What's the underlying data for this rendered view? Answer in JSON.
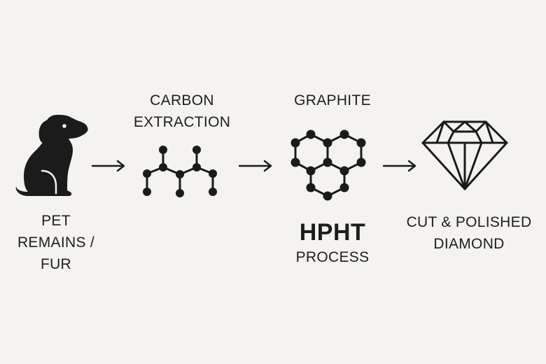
{
  "steps": [
    {
      "name": "pet",
      "label_lines": [
        "PET",
        "REMAINS /",
        "FUR"
      ],
      "icon": "dog-icon"
    },
    {
      "name": "carbon",
      "label_lines": [
        "CARBON",
        "EXTRACTION"
      ],
      "icon": "carbon-chain-icon"
    },
    {
      "name": "graphite",
      "label": "GRAPHITE",
      "icon": "graphite-hexagon-icon",
      "process_title": "HPHT",
      "process_sub": "PROCESS"
    },
    {
      "name": "diamond",
      "label_lines": [
        "CUT & POLISHED",
        "DIAMOND"
      ],
      "icon": "diamond-icon"
    }
  ],
  "arrows": [
    "arrow-right-icon",
    "arrow-right-icon",
    "arrow-right-icon"
  ],
  "colors": {
    "background": "#f4f3ef",
    "ink": "#1b1b1b"
  }
}
